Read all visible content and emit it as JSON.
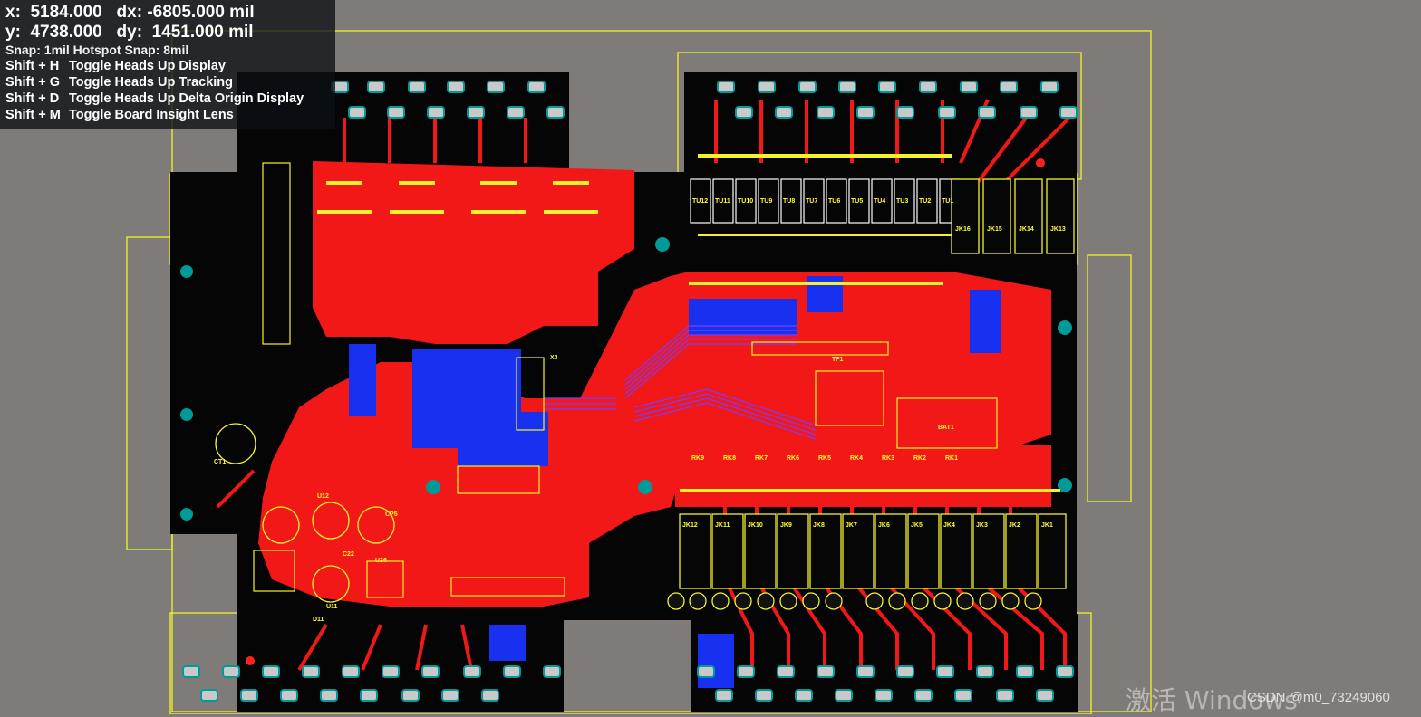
{
  "hud": {
    "x_line": "x:  5184.000   dx: -6805.000 mil",
    "y_line": "y:  4738.000   dy:  1451.000 mil",
    "snap": "Snap: 1mil Hotspot Snap: 8mil",
    "shortcuts": [
      {
        "keys": "Shift + H",
        "action": "Toggle Heads Up Display"
      },
      {
        "keys": "Shift + G",
        "action": "Toggle Heads Up Tracking"
      },
      {
        "keys": "Shift + D",
        "action": "Toggle Heads Up Delta Origin Display"
      },
      {
        "keys": "Shift + M",
        "action": "Toggle Board Insight Lens"
      }
    ]
  },
  "board_labels": {
    "relays_top": [
      "TU12",
      "TU11",
      "TU10",
      "TU9",
      "TU8",
      "TU7",
      "TU6",
      "TU5",
      "TU4",
      "TU3",
      "TU2",
      "TU1"
    ],
    "relays_bottom": [
      "JK12",
      "JK11",
      "JK10",
      "JK9",
      "JK8",
      "JK7",
      "JK6",
      "JK5",
      "JK4",
      "JK3",
      "JK2",
      "JK1"
    ],
    "right_relays": [
      "JK16",
      "JK15",
      "JK14",
      "JK13"
    ],
    "misc": [
      "TF1",
      "BAT1",
      "X3",
      "U26",
      "U11",
      "U12",
      "CP5",
      "CT1",
      "C22",
      "D11",
      "RK9",
      "RK8",
      "RK7",
      "RK6",
      "RK5",
      "RK4",
      "RK3",
      "RK2",
      "RK1"
    ]
  },
  "overlay": {
    "watermark": "激活 Windows",
    "credit": "CSDN @m0_73249060"
  },
  "colors": {
    "background": "#7f7b78",
    "board": "#000000",
    "top_copper": "#ff1a1a",
    "bottom_copper": "#1a33ff",
    "outline": "#ffff00",
    "pad": "#c8c8c8",
    "via": "#009a99",
    "silk_text": "#ffff33"
  }
}
